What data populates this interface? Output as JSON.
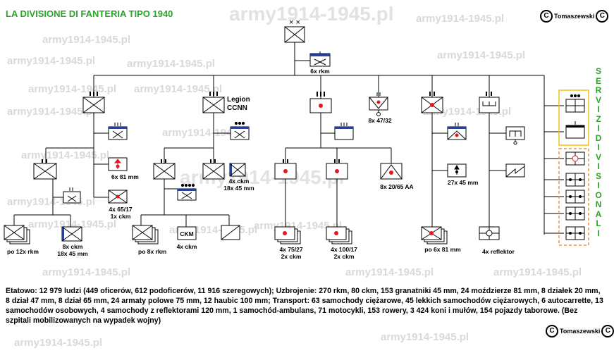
{
  "title": "LA DIVISIONE DI FANTERIA TIPO 1940",
  "copyright": "Tomaszewski",
  "copyright_symbol": "C",
  "watermark": "army1914-1945.pl",
  "side_label": [
    "S",
    "E",
    "R",
    "V",
    "I",
    "Z",
    "I",
    "D",
    "I",
    "V",
    "I",
    "S",
    "I",
    "O",
    "N",
    "A",
    "L",
    "I"
  ],
  "units": {
    "div_hq": "6x rkm",
    "legion": "Legion",
    "ccnn": "CCNN",
    "at_guns": "8x 47/32",
    "mortars": "6x 81 mm",
    "infantry_guns": "4x 65/17",
    "infantry_guns_2": "1x ckm",
    "rifle_companies": "po 12x rkm",
    "mg_company": "8x ckm",
    "mg_company_2": "18x 45 mm",
    "ccnn_mg": "4x ckm",
    "ccnn_mg_2": "18x 45 mm",
    "ccnn_rifle_companies": "po 8x rkm",
    "ccnn_ckm_box": "CKM",
    "ccnn_ckm": "4x ckm",
    "art_75": "4x 75/27",
    "art_75_2": "2x ckm",
    "art_100": "4x 100/17",
    "art_100_2": "2x ckm",
    "aa": "8x 20/65 AA",
    "mortar_bn_hq": "27x 45 mm",
    "mortar_companies": "po 6x 81 mm",
    "searchlights": "4x reflektor"
  },
  "summary": "Etatowo: 12 979 ludzi (449 oficerów, 612 podoficerów, 11 916 szeregowych); Uzbrojenie: 270 rkm, 80 ckm, 153 granatniki 45 mm, 24 moździerze 81 mm, 8 działek 20 mm, 8 dział 47 mm, 8 dział 65 mm, 24 armaty polowe 75 mm, 12 haubic 100 mm; Transport: 63 samochody ciężarowe, 45 lekkich samochodów ciężarowych, 6 autocarrette, 13 samochodów osobowych, 4 samochody z reflektorami 120 mm, 1 samochód-ambulans, 71 motocykli, 153 rowery, 3 424 koni i mułów, 154 pojazdy taborowe.  (Bez szpitali mobilizowanych na wypadek wojny)",
  "colors": {
    "title": "#2aa52a",
    "side": "#2aa52a",
    "dot": "#e8141e",
    "hq_band": "#2a3f8f",
    "yellow_box": "#f2c21a",
    "orange_box": "#f29040"
  }
}
